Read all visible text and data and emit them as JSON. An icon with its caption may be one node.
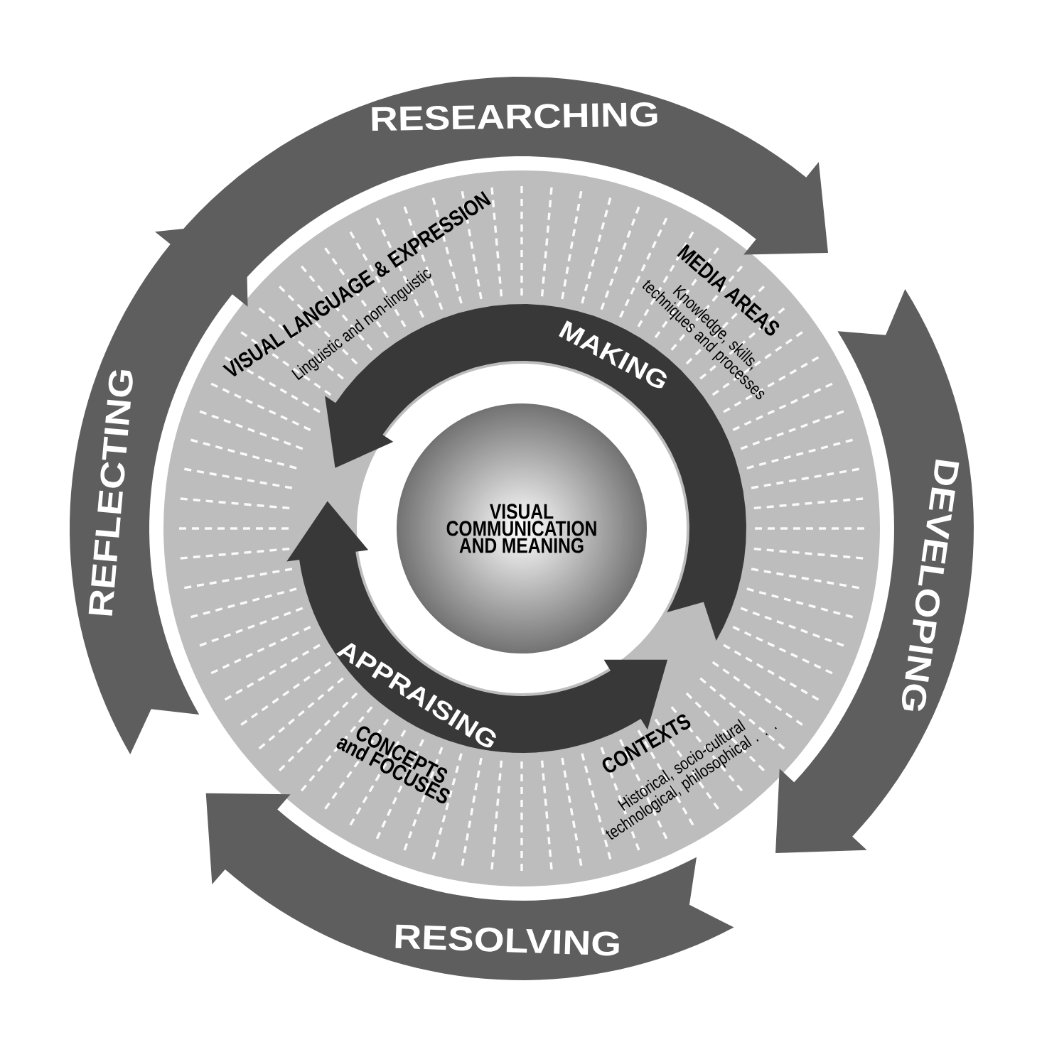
{
  "diagram": {
    "nodes": [
      {
        "text": [
          "RESEARCHING"
        ]
      },
      {
        "text": [
          "DEVELOPING"
        ]
      },
      {
        "text": [
          "RESOLVING"
        ]
      },
      {
        "text": [
          "REFLECTING"
        ]
      },
      {
        "text": [
          "MAKING"
        ]
      },
      {
        "text": [
          "APPRAISING"
        ]
      },
      {
        "text": [
          "VISUAL COMMUNICATION AND MEANING"
        ]
      }
    ],
    "labels": [
      "VISUAL LANGUAGE & EXPRESSION",
      "Linguistic and non-linguistic",
      "MEDIA AREAS",
      "Knowledge, skills, techniques and processes",
      "**CONCEPTS** and **FOCUSES**",
      "CONTEXTS",
      "Historical, socio-cultural technological, philosophical . . ."
    ]
  }
}
